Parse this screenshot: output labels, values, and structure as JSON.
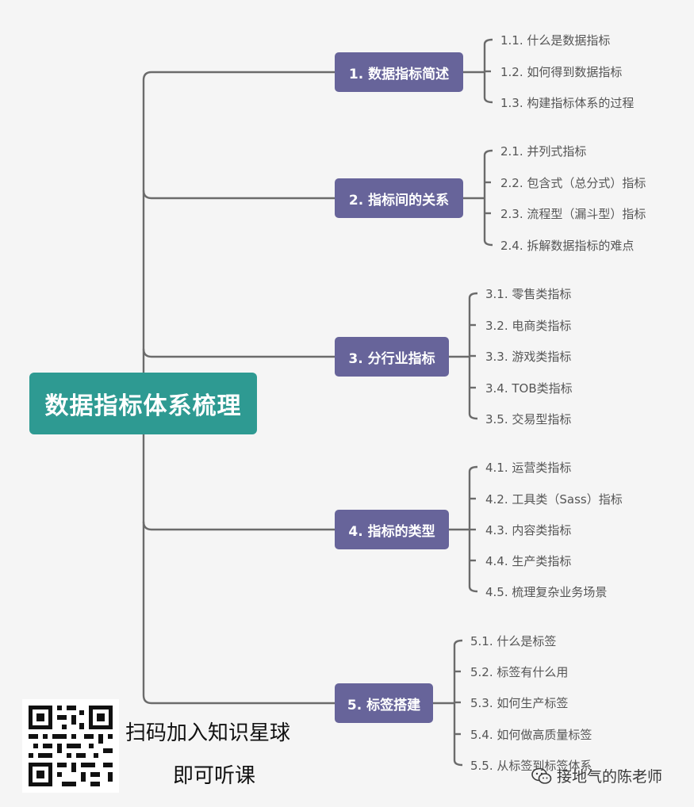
{
  "root": {
    "title": "数据指标体系梳理"
  },
  "branches": [
    {
      "label": "1. 数据指标简述",
      "items": [
        "1.1. 什么是数据指标",
        "1.2.  如何得到数据指标",
        "1.3. 构建指标体系的过程"
      ]
    },
    {
      "label": "2. 指标间的关系",
      "items": [
        "2.1. 并列式指标",
        "2.2. 包含式（总分式）指标",
        "2.3. 流程型（漏斗型）指标",
        "2.4. 拆解数据指标的难点"
      ]
    },
    {
      "label": "3. 分行业指标",
      "items": [
        "3.1. 零售类指标",
        "3.2. 电商类指标",
        "3.3. 游戏类指标",
        "3.4. TOB类指标",
        "3.5. 交易型指标"
      ]
    },
    {
      "label": "4. 指标的类型",
      "items": [
        "4.1. 运营类指标",
        "4.2. 工具类（Sass）指标",
        "4.3. 内容类指标",
        "4.4. 生产类指标",
        "4.5. 梳理复杂业务场景"
      ]
    },
    {
      "label": "5. 标签搭建",
      "items": [
        "5.1. 什么是标签",
        "5.2. 标签有什么用",
        "5.3. 如何生产标签",
        "5.4. 如何做高质量标签",
        "5.5. 从标签到标签体系"
      ]
    }
  ],
  "promo": {
    "line1": "扫码加入知识星球",
    "line2": "即可听课"
  },
  "watermark": {
    "text": "接地气的陈老师",
    "icon": "wechat-icon"
  },
  "colors": {
    "root": "#2e9a92",
    "branch": "#67649a",
    "line": "#6b6b6b",
    "background": "#f5f5f5"
  }
}
